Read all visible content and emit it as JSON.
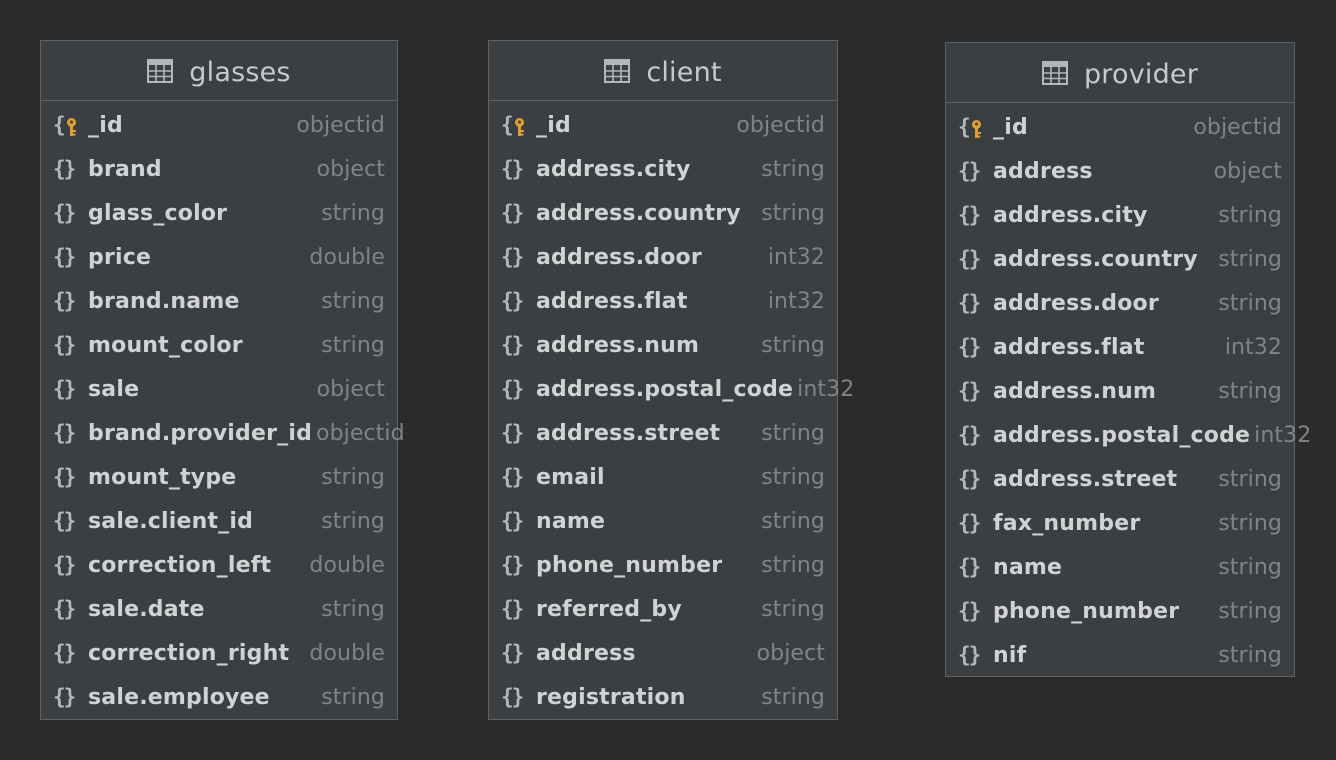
{
  "colors": {
    "background": "#2b2b2b",
    "table_fill": "#3c3f41",
    "table_border": "#5f6366",
    "title_text": "#c7c9cb",
    "field_text": "#d0d2d4",
    "type_text": "#808487",
    "key_icon": "#e0a030"
  },
  "tables": [
    {
      "name": "glasses",
      "icon": "table-grid-icon",
      "fields": [
        {
          "name": "_id",
          "type": "objectid",
          "icon": "object-key-icon",
          "primary_key": true
        },
        {
          "name": "brand",
          "type": "object",
          "icon": "object-braces-icon"
        },
        {
          "name": "glass_color",
          "type": "string",
          "icon": "object-braces-icon"
        },
        {
          "name": "price",
          "type": "double",
          "icon": "object-braces-icon"
        },
        {
          "name": "brand.name",
          "type": "string",
          "icon": "object-braces-icon"
        },
        {
          "name": "mount_color",
          "type": "string",
          "icon": "object-braces-icon"
        },
        {
          "name": "sale",
          "type": "object",
          "icon": "object-braces-icon"
        },
        {
          "name": "brand.provider_id",
          "type": "objectid",
          "icon": "object-braces-icon"
        },
        {
          "name": "mount_type",
          "type": "string",
          "icon": "object-braces-icon"
        },
        {
          "name": "sale.client_id",
          "type": "string",
          "icon": "object-braces-icon"
        },
        {
          "name": "correction_left",
          "type": "double",
          "icon": "object-braces-icon"
        },
        {
          "name": "sale.date",
          "type": "string",
          "icon": "object-braces-icon"
        },
        {
          "name": "correction_right",
          "type": "double",
          "icon": "object-braces-icon"
        },
        {
          "name": "sale.employee",
          "type": "string",
          "icon": "object-braces-icon"
        }
      ]
    },
    {
      "name": "client",
      "icon": "table-grid-icon",
      "fields": [
        {
          "name": "_id",
          "type": "objectid",
          "icon": "object-key-icon",
          "primary_key": true
        },
        {
          "name": "address.city",
          "type": "string",
          "icon": "object-braces-icon"
        },
        {
          "name": "address.country",
          "type": "string",
          "icon": "object-braces-icon"
        },
        {
          "name": "address.door",
          "type": "int32",
          "icon": "object-braces-icon"
        },
        {
          "name": "address.flat",
          "type": "int32",
          "icon": "object-braces-icon"
        },
        {
          "name": "address.num",
          "type": "string",
          "icon": "object-braces-icon"
        },
        {
          "name": "address.postal_code",
          "type": "int32",
          "icon": "object-braces-icon"
        },
        {
          "name": "address.street",
          "type": "string",
          "icon": "object-braces-icon"
        },
        {
          "name": "email",
          "type": "string",
          "icon": "object-braces-icon"
        },
        {
          "name": "name",
          "type": "string",
          "icon": "object-braces-icon"
        },
        {
          "name": "phone_number",
          "type": "string",
          "icon": "object-braces-icon"
        },
        {
          "name": "referred_by",
          "type": "string",
          "icon": "object-braces-icon"
        },
        {
          "name": "address",
          "type": "object",
          "icon": "object-braces-icon"
        },
        {
          "name": "registration",
          "type": "string",
          "icon": "object-braces-icon"
        }
      ]
    },
    {
      "name": "provider",
      "icon": "table-grid-icon",
      "fields": [
        {
          "name": "_id",
          "type": "objectid",
          "icon": "object-key-icon",
          "primary_key": true
        },
        {
          "name": "address",
          "type": "object",
          "icon": "object-braces-icon"
        },
        {
          "name": "address.city",
          "type": "string",
          "icon": "object-braces-icon"
        },
        {
          "name": "address.country",
          "type": "string",
          "icon": "object-braces-icon"
        },
        {
          "name": "address.door",
          "type": "string",
          "icon": "object-braces-icon"
        },
        {
          "name": "address.flat",
          "type": "int32",
          "icon": "object-braces-icon"
        },
        {
          "name": "address.num",
          "type": "string",
          "icon": "object-braces-icon"
        },
        {
          "name": "address.postal_code",
          "type": "int32",
          "icon": "object-braces-icon"
        },
        {
          "name": "address.street",
          "type": "string",
          "icon": "object-braces-icon"
        },
        {
          "name": "fax_number",
          "type": "string",
          "icon": "object-braces-icon"
        },
        {
          "name": "name",
          "type": "string",
          "icon": "object-braces-icon"
        },
        {
          "name": "phone_number",
          "type": "string",
          "icon": "object-braces-icon"
        },
        {
          "name": "nif",
          "type": "string",
          "icon": "object-braces-icon"
        }
      ]
    }
  ]
}
